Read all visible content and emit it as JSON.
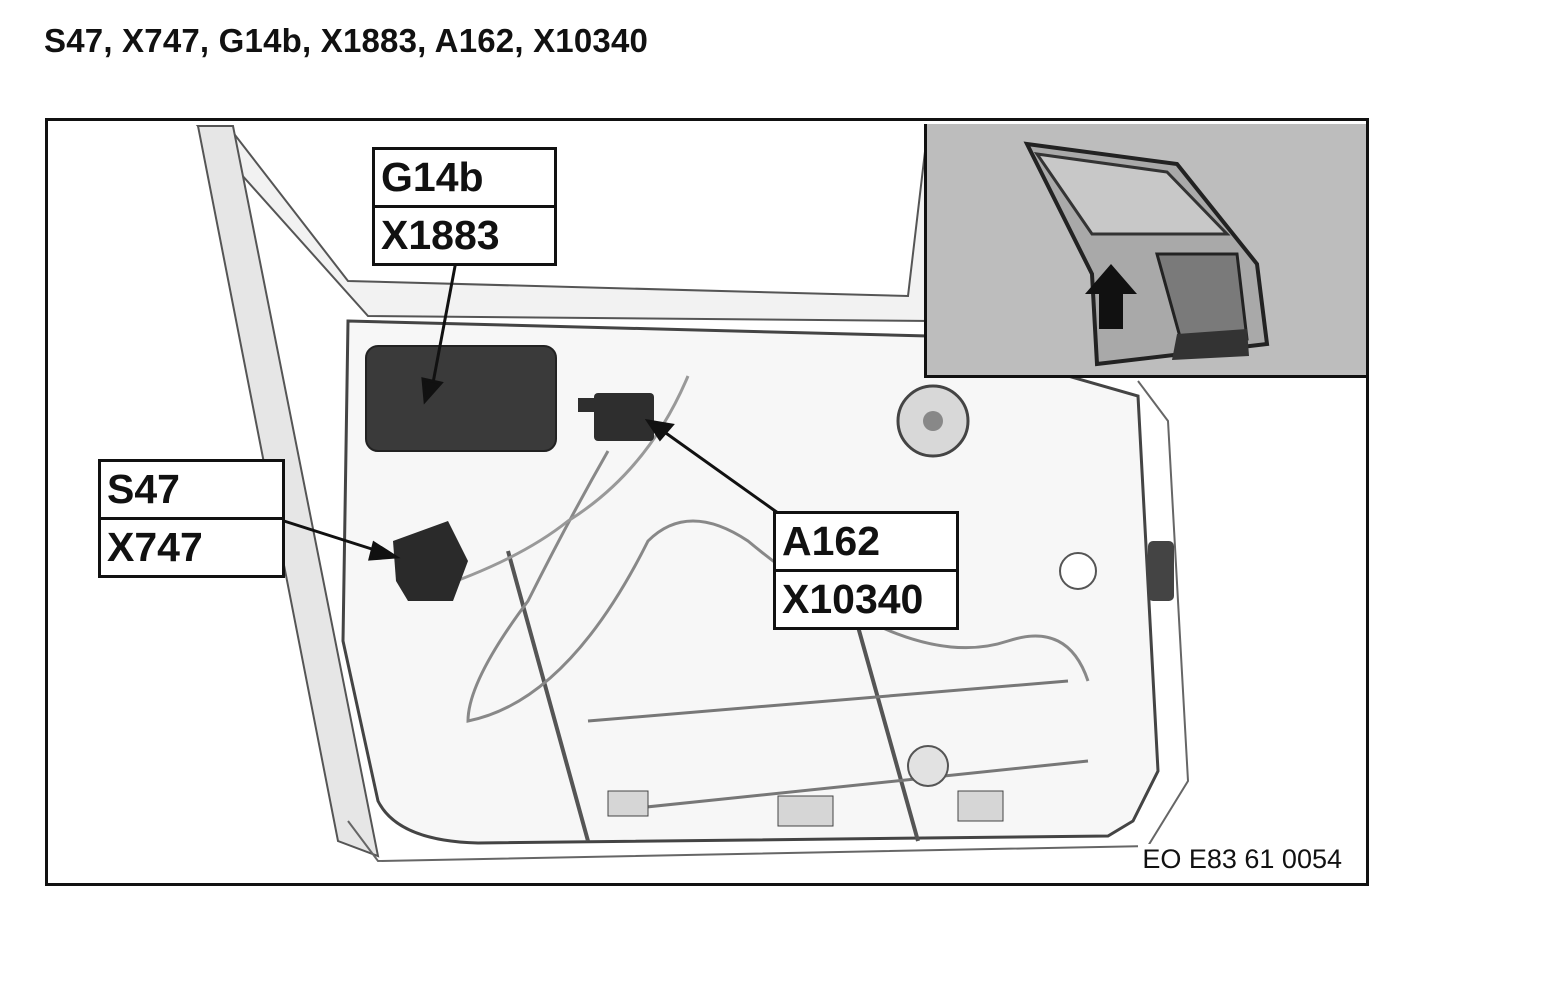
{
  "page": {
    "title": "S47, X747, G14b, X1883, A162, X10340"
  },
  "figure": {
    "code": "EO E83 61 0054",
    "callouts": {
      "g14b_x1883": {
        "line1": "G14b",
        "line2": "X1883"
      },
      "s47_x747": {
        "line1": "S47",
        "line2": "X747"
      },
      "a162_x10340": {
        "line1": "A162",
        "line2": "X10340"
      }
    },
    "inset": {
      "arrow": "up-arrow-icon"
    }
  }
}
